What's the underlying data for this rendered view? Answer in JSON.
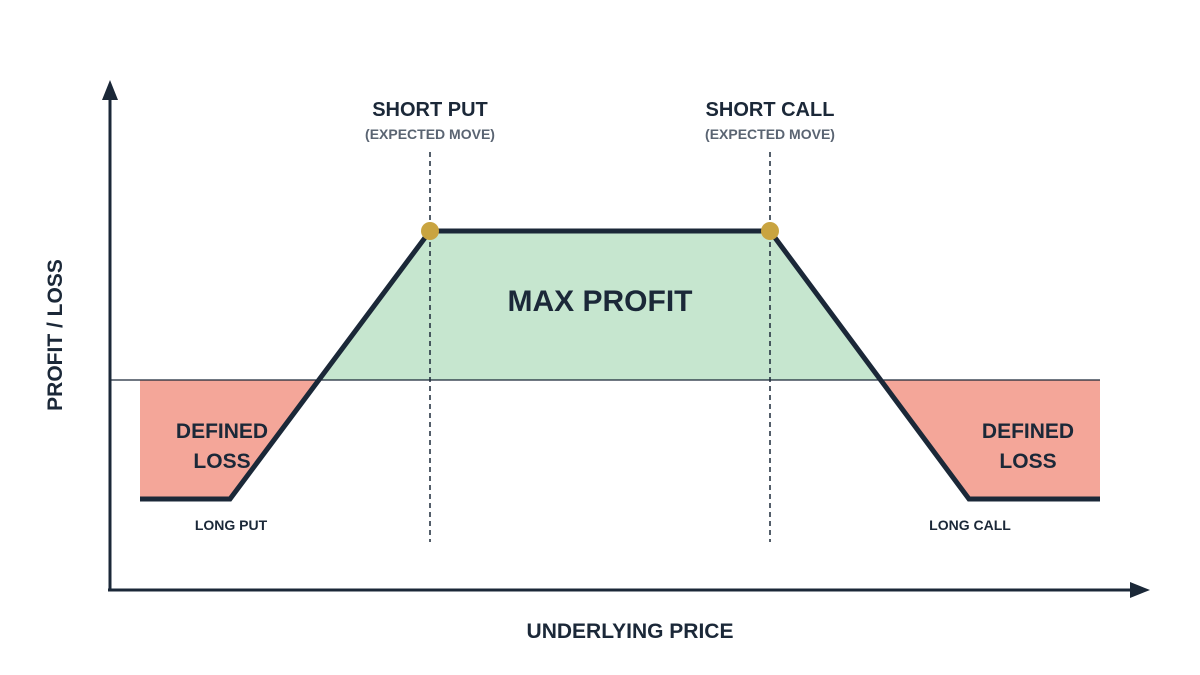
{
  "axes": {
    "y_label": "PROFIT / LOSS",
    "x_label": "UNDERLYING PRICE"
  },
  "strikes": {
    "short_put": {
      "title": "SHORT PUT",
      "subtitle": "(EXPECTED MOVE)"
    },
    "short_call": {
      "title": "SHORT CALL",
      "subtitle": "(EXPECTED MOVE)"
    },
    "long_put": {
      "label": "LONG PUT"
    },
    "long_call": {
      "label": "LONG CALL"
    }
  },
  "regions": {
    "max_profit": "MAX PROFIT",
    "left_loss": {
      "line1": "DEFINED",
      "line2": "LOSS"
    },
    "right_loss": {
      "line1": "DEFINED",
      "line2": "LOSS"
    }
  },
  "colors": {
    "payoff_line": "#1b2838",
    "profit_fill": "#c6e6cf",
    "loss_fill": "#f4a699",
    "strike_marker": "#c9a440",
    "subtitle_text": "#5a6472",
    "axis": "#1b2838"
  }
}
